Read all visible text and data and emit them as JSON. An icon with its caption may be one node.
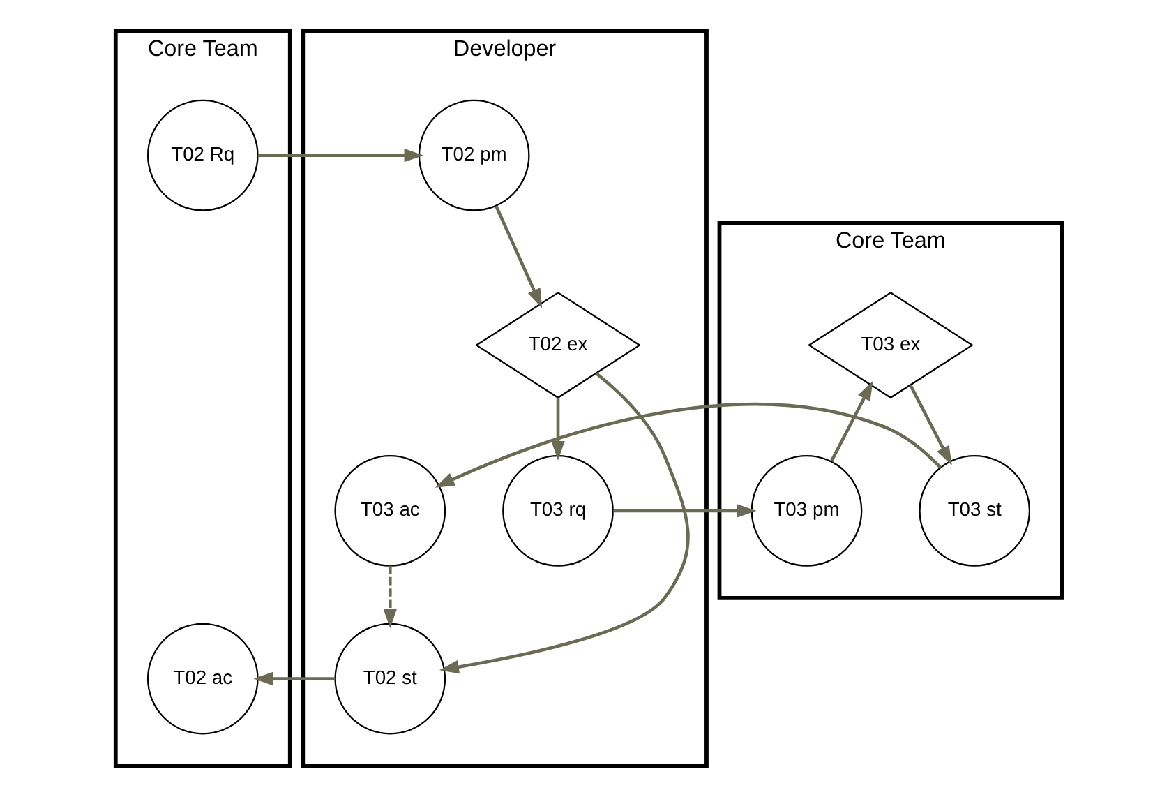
{
  "diagram": {
    "nodes": [
      {
        "text": [
          "Core Team"
        ]
      },
      {
        "text": [
          "T02 Rq"
        ],
        "in": 0
      },
      {
        "text": [
          "T02 ac"
        ],
        "in": 0
      },
      {
        "text": [
          "Developer"
        ]
      },
      {
        "text": [
          "T02 pm"
        ],
        "in": 3
      },
      {
        "text": [
          "T03 rq"
        ],
        "in": 3
      },
      {
        "text": [
          "T02 ex"
        ],
        "in": 3
      },
      {
        "text": [
          "T03 ac"
        ],
        "in": 3
      },
      {
        "text": [
          "T02 st"
        ],
        "in": 3
      },
      {
        "text": [
          "Core Team"
        ]
      },
      {
        "text": [
          "T03 pm"
        ],
        "in": 9
      },
      {
        "text": [
          "T03 ex"
        ],
        "in": 9
      },
      {
        "text": [
          "T03 st"
        ],
        "in": 9
      }
    ],
    "edges": [
      {
        "from": 1,
        "to": 4,
        "arrow": "to"
      },
      {
        "from": 4,
        "to": 6,
        "arrow": "to"
      },
      {
        "from": 6,
        "to": 5,
        "arrow": "to"
      },
      {
        "from": 5,
        "to": 10,
        "arrow": "to"
      },
      {
        "from": 10,
        "to": 11,
        "arrow": "to"
      },
      {
        "from": 11,
        "to": 12,
        "arrow": "to"
      },
      {
        "from": 12,
        "to": 7,
        "arrow": "to"
      },
      {
        "from": 6,
        "to": 8,
        "arrow": "to"
      },
      {
        "from": 7,
        "to": 8,
        "arrow": "to",
        "style": "dashed"
      },
      {
        "from": 8,
        "to": 2,
        "arrow": "to"
      }
    ]
  }
}
